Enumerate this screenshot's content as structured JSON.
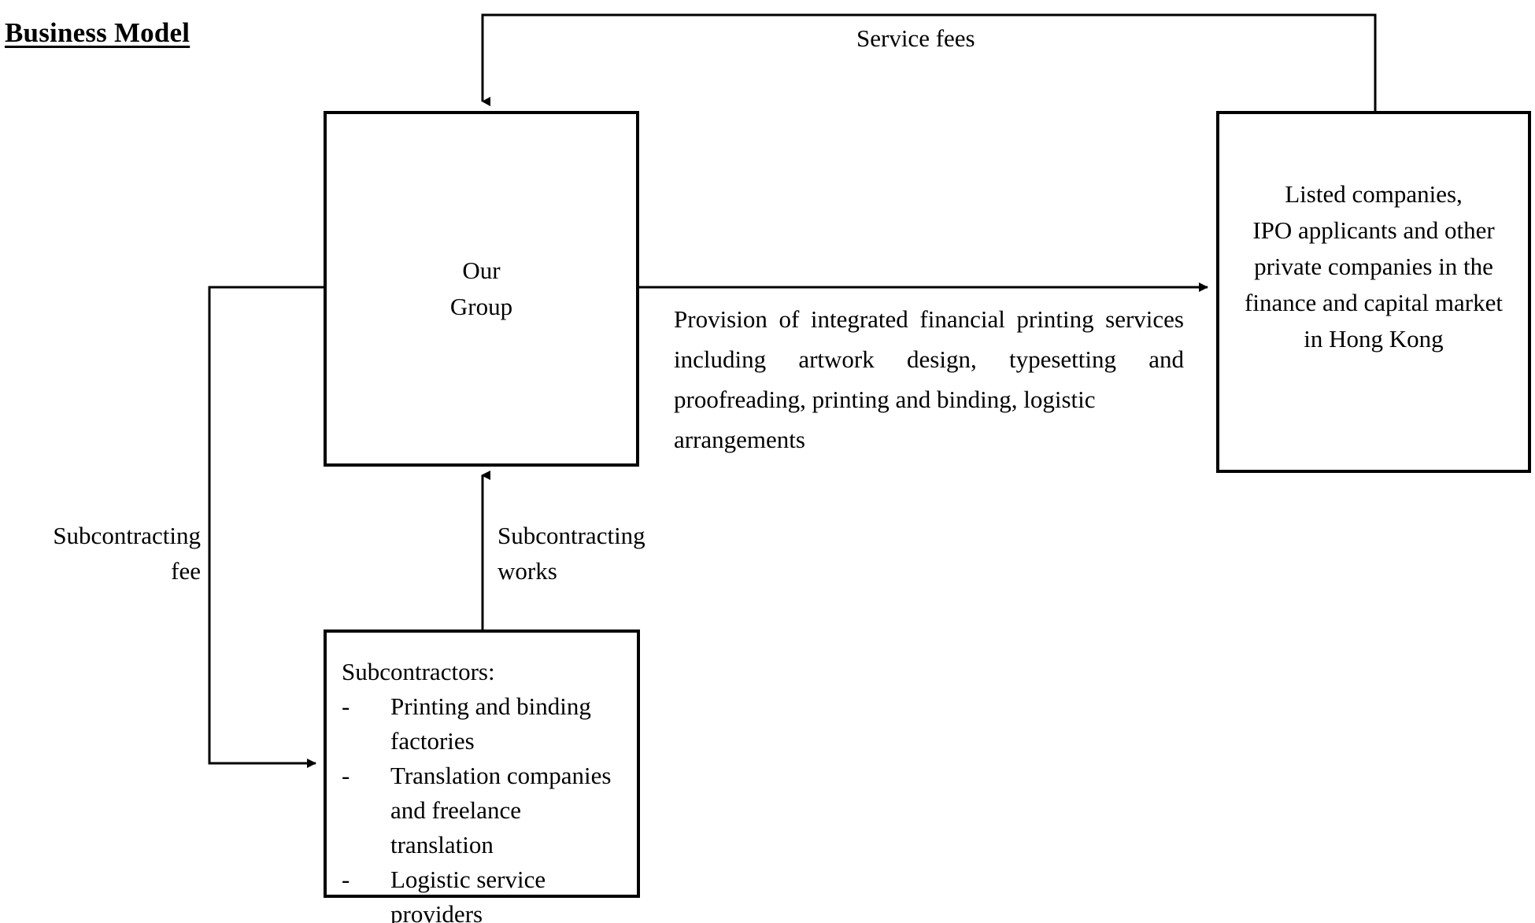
{
  "diagram": {
    "title": "Business Model",
    "nodes": {
      "our_group": {
        "line1": "Our",
        "line2": "Group"
      },
      "clients": {
        "line1": "Listed companies,",
        "line2": "IPO applicants and other",
        "line3": "private companies in the",
        "line4": "finance and capital market",
        "line5": "in Hong Kong"
      },
      "subcontractors": {
        "heading": "Subcontractors:",
        "bullet_marker": "-",
        "items": [
          "Printing and binding factories",
          "Translation companies and freelance translation",
          "Logistic service providers"
        ]
      }
    },
    "edges": {
      "service_fees": "Service fees",
      "subcontracting_fee_line1": "Subcontracting",
      "subcontracting_fee_line2": "fee",
      "subcontracting_works_line1": "Subcontracting",
      "subcontracting_works_line2": "works",
      "provision_text": "Provision of integrated financial printing services including artwork design, typesetting and proofreading, printing and binding, logistic",
      "provision_text_last": "arrangements"
    },
    "colors": {
      "stroke": "#000000",
      "background": "#ffffff",
      "text": "#000000"
    }
  }
}
